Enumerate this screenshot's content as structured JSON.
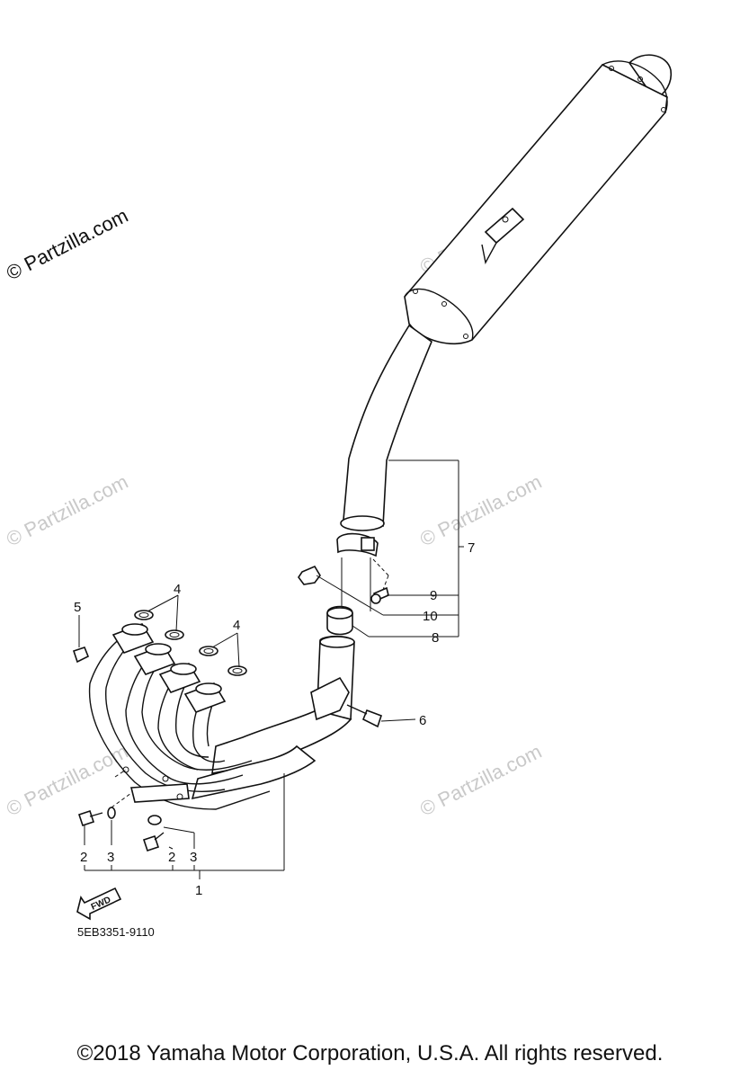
{
  "watermarks": {
    "primary": "© Partzilla.com",
    "faint": "© Partzilla.com"
  },
  "callouts": {
    "c1": "1",
    "c2a": "2",
    "c2b": "2",
    "c3a": "3",
    "c3b": "3",
    "c4a": "4",
    "c4b": "4",
    "c5": "5",
    "c6": "6",
    "c7": "7",
    "c8": "8",
    "c9": "9",
    "c10": "10"
  },
  "fwd_label": "FWD",
  "diagram_code": "5EB3351-9110",
  "copyright": "©2018  Yamaha Motor Corporation, U.S.A. All rights reserved."
}
